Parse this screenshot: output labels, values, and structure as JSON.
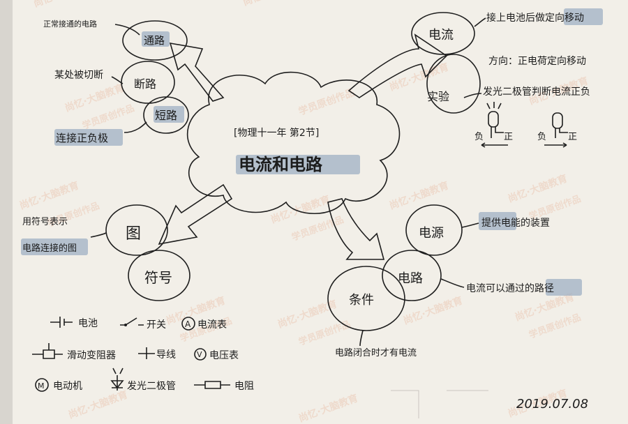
{
  "center": {
    "subtitle": "[物理十一年 第2节]",
    "title": "电流和电路"
  },
  "branches": {
    "lu": {
      "tonglu": "通路",
      "tonglu_desc": "正常接通的电路",
      "duanlu": "断路",
      "duanlu_desc": "某处被切断",
      "duanlu2": "短路",
      "duanlu2_desc": "连接正负极"
    },
    "dianliu": {
      "node": "电流",
      "def": "接上电池后做定向移动",
      "direction": "方向：正电荷定向移动",
      "experiment": "实验",
      "experiment_desc": "发光二极管判断电流正负",
      "led1_neg": "负",
      "led1_pos": "正",
      "led2_neg": "负",
      "led2_pos": "正"
    },
    "tu": {
      "node1": "图",
      "node2": "符号",
      "desc_line1": "用符号表示",
      "desc_line2": "电路连接的图"
    },
    "dianlu": {
      "source": "电源",
      "source_desc": "提供电能的装置",
      "circuit": "电路",
      "circuit_desc": "电流可以通过的路径",
      "condition": "条件",
      "condition_desc": "电路闭合时才有电流"
    }
  },
  "symbols": [
    {
      "label": "电池"
    },
    {
      "label": "开关"
    },
    {
      "label": "电流表"
    },
    {
      "label": "滑动变阻器"
    },
    {
      "label": "导线"
    },
    {
      "label": "电压表"
    },
    {
      "label": "电动机"
    },
    {
      "label": "发光二极管"
    },
    {
      "label": "电阻"
    }
  ],
  "symbol_glyphs": {
    "ammeter": "A",
    "voltmeter": "V",
    "motor": "M"
  },
  "date": "2019.07.08",
  "watermarks": {
    "brand": "尚忆·大脑教育",
    "sub": "学员原创作品"
  }
}
